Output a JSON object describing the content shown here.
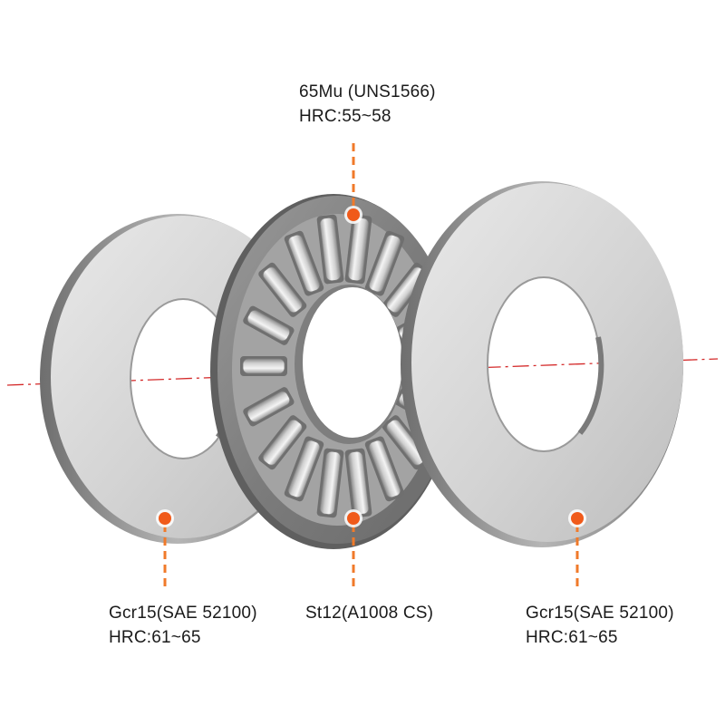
{
  "labels": {
    "top": {
      "material": "65Mu (UNS1566)",
      "hardness": "HRC:55~58"
    },
    "left": {
      "material": "Gcr15(SAE 52100)",
      "hardness": "HRC:61~65"
    },
    "center": {
      "material": "St12(A1008 CS)"
    },
    "right": {
      "material": "Gcr15(SAE 52100)",
      "hardness": "HRC:61~65"
    }
  },
  "colors": {
    "marker": "#f05a1a",
    "leader": "#f07a2a",
    "axis": "#d42a2a",
    "washer_face": "#d7d7d7",
    "washer_edge": "#8c8c8c",
    "cage": "#8a8a8a",
    "roller": "#e6e6e6",
    "text": "#1a1a1a"
  },
  "rollers": {
    "count": 18
  }
}
